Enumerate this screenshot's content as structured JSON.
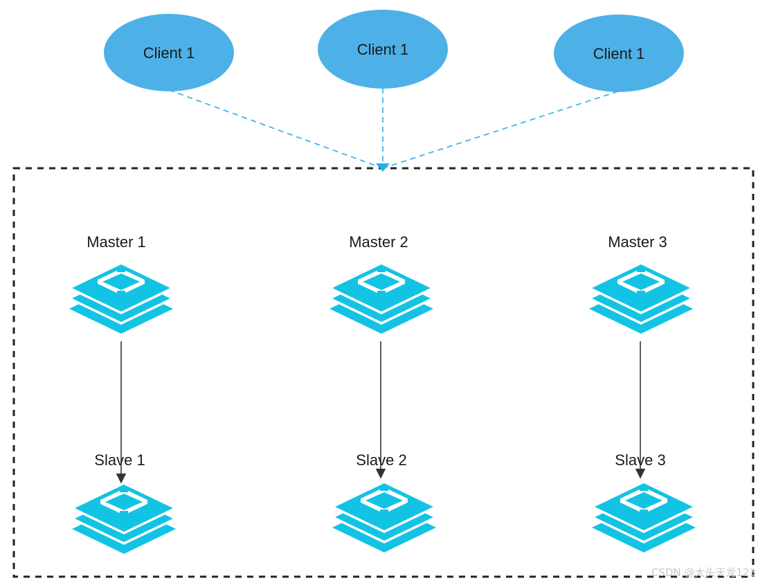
{
  "clients": [
    {
      "label": "Client 1"
    },
    {
      "label": "Client 1"
    },
    {
      "label": "Client 1"
    }
  ],
  "masters": [
    {
      "label": "Master 1"
    },
    {
      "label": "Master 2"
    },
    {
      "label": "Master 3"
    }
  ],
  "slaves": [
    {
      "label": "Slave 1"
    },
    {
      "label": "Slave 2"
    },
    {
      "label": "Slave 3"
    }
  ],
  "watermark": "CSDN @大头天龙123",
  "colors": {
    "client_fill": "#4db1e8",
    "connector": "#29aee6",
    "node_fill": "#13c3e3",
    "node_line": "#ffffff",
    "replication_arrow": "#333333",
    "cluster_border": "#222222"
  },
  "icons": {
    "master": "redis-stack-icon",
    "slave": "redis-stack-icon"
  }
}
